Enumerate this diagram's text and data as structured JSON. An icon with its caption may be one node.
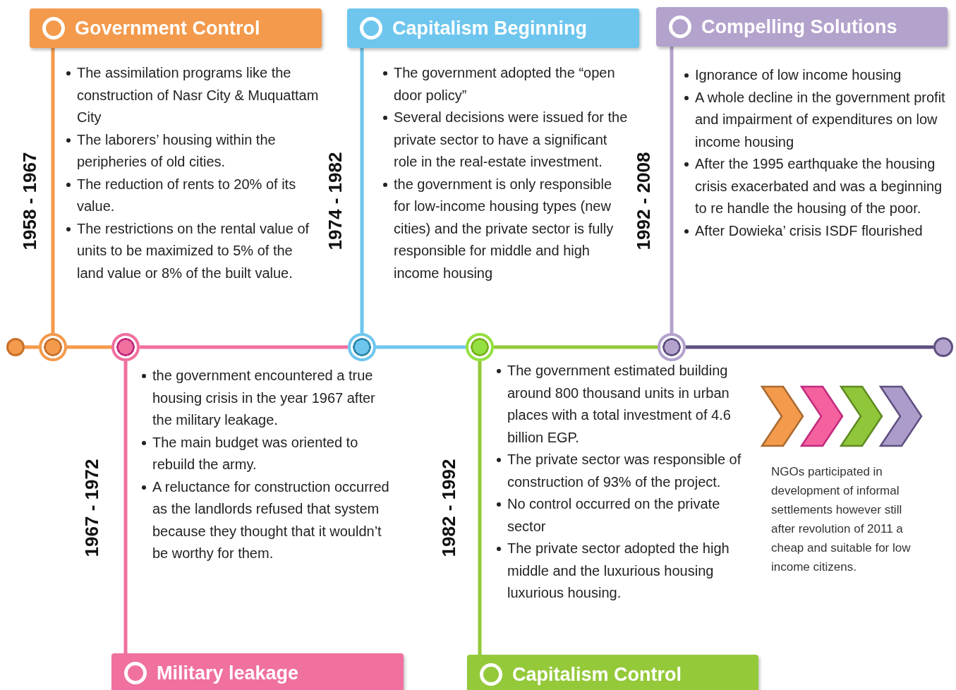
{
  "diagram": {
    "nodes": [
      {
        "text": [],
        "shape": "circle"
      },
      {
        "text": [],
        "shape": "circle"
      },
      {
        "text": [],
        "shape": "circle"
      },
      {
        "text": [],
        "shape": "circle"
      },
      {
        "text": [],
        "shape": "circle"
      },
      {
        "text": [],
        "shape": "circle"
      },
      {
        "text": [],
        "shape": "circle"
      },
      {
        "text": [
          "Government Control"
        ]
      },
      {
        "text": [
          "Capitalism Beginning"
        ]
      },
      {
        "text": [
          "Compelling Solutions"
        ]
      },
      {
        "text": [
          "Military leakage"
        ]
      },
      {
        "text": [
          "Capitalism Control"
        ]
      }
    ],
    "edges": [
      {
        "from": 0,
        "to": 1,
        "arrow": "none",
        "color": "#f39a4c"
      },
      {
        "from": 1,
        "to": 2,
        "arrow": "none",
        "color": "#f39a4c"
      },
      {
        "from": 2,
        "to": 3,
        "arrow": "none",
        "color": "#f0709f"
      },
      {
        "from": 3,
        "to": 4,
        "arrow": "none",
        "color": "#6ec6ee"
      },
      {
        "from": 4,
        "to": 5,
        "arrow": "none",
        "color": "#94c93a"
      },
      {
        "from": 5,
        "to": 6,
        "arrow": "none",
        "color": "#5e4f80"
      },
      {
        "from": 1,
        "to": 7,
        "arrow": "none",
        "color": "#f39a4c"
      },
      {
        "from": 3,
        "to": 8,
        "arrow": "none",
        "color": "#6ec6ee"
      },
      {
        "from": 5,
        "to": 9,
        "arrow": "none",
        "color": "#b3a2cc"
      },
      {
        "from": 2,
        "to": 10,
        "arrow": "none",
        "color": "#f0709f"
      },
      {
        "from": 4,
        "to": 11,
        "arrow": "none",
        "color": "#94c93a"
      }
    ],
    "labels": [
      "1958 - 1967",
      "The assimilation programs like the construction of Nasr City & Muquattam City",
      "The laborers’ housing within the peripheries of old cities.",
      "The reduction of  rents to 20% of its value.",
      "The restrictions on  the rental value of units to be maximized to 5% of the land value or 8% of the built value.",
      "1974 - 1982",
      "The government adopted the “open door policy”",
      "Several decisions were issued for the private sector to have a significant role in the real-estate investment.",
      "the government is only responsible for low-income housing types (new cities) and the private sector is fully responsible for middle and high income housing",
      "1992 - 2008",
      "Ignorance of low income housing",
      "A whole decline in the government profit and impairment of expenditures on low income housing",
      "After the 1995 earthquake the housing crisis exacerbated and was a beginning to re handle the housing of the poor.",
      "After Dowieka’ crisis ISDF flourished",
      "1967 - 1972",
      "the government encountered a true housing crisis in the year 1967 after the military leakage.",
      "The main budget was oriented to rebuild the army.",
      "A reluctance for construction occurred as the landlords refused that system because they thought that it wouldn’t be worthy for them.",
      "1982 - 1992",
      "The government estimated building around 800 thousand units in urban places with a total investment of 4.6 billion EGP.",
      "The private sector was responsible of construction of 93% of the project.",
      "No control occurred on the private sector",
      "The private sector adopted the high middle and the luxurious housing luxurious housing.",
      "NGOs participated in development  of informal settlements however still after revolution of 2011 a cheap and suitable for low income citizens."
    ]
  }
}
